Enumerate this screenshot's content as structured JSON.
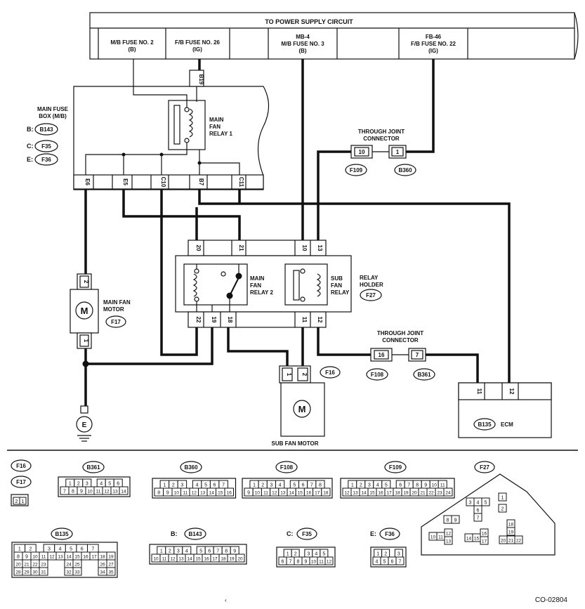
{
  "power": {
    "title": "TO POWER SUPPLY CIRCUIT",
    "cols": [
      {
        "l1": "M/B FUSE NO. 2",
        "l2": "(B)"
      },
      {
        "l1": "F/B FUSE NO. 26",
        "l2": "(IG)"
      },
      {
        "l0": "MB-4",
        "l1": "M/B FUSE NO. 3",
        "l2": "(B)"
      },
      {
        "l0": "FB-46",
        "l1": "F/B FUSE NO. 22",
        "l2": "(IG)"
      }
    ]
  },
  "mainFuseBox": {
    "title1": "MAIN FUSE",
    "title2": "BOX (M/B)",
    "conns": [
      {
        "prefix": "B:",
        "id": "B143"
      },
      {
        "prefix": "C:",
        "id": "F35"
      },
      {
        "prefix": "E:",
        "id": "F36"
      }
    ],
    "topPin": "B19",
    "pins": [
      "E6",
      "E5",
      "C10",
      "B7",
      "C11"
    ],
    "relay1": [
      "MAIN",
      "FAN",
      "RELAY 1"
    ]
  },
  "relayHolder": {
    "title1": "RELAY",
    "title2": "HOLDER",
    "conn": "F27",
    "topPins": [
      "20",
      "21",
      "10",
      "13"
    ],
    "bottomPins": [
      "22",
      "19",
      "18",
      "11",
      "12"
    ],
    "relay2": [
      "MAIN",
      "FAN",
      "RELAY 2"
    ],
    "subRelay": [
      "SUB",
      "FAN",
      "RELAY"
    ]
  },
  "jc1": {
    "title1": "THROUGH JOINT",
    "title2": "CONNECTOR",
    "pinA": "10",
    "pinB": "1",
    "connA": "F109",
    "connB": "B360"
  },
  "jc2": {
    "title1": "THROUGH JOINT",
    "title2": "CONNECTOR",
    "pinA": "16",
    "pinB": "7",
    "connA": "F108",
    "connB": "B361"
  },
  "mainMotor": {
    "title1": "MAIN FAN",
    "title2": "MOTOR",
    "conn": "F17",
    "pinTop": "2",
    "pinBottom": "1",
    "symbol": "M"
  },
  "subMotor": {
    "title": "SUB FAN MOTOR",
    "conn": "F16",
    "pinA": "1",
    "pinB": "2",
    "symbol": "M"
  },
  "ground": {
    "label": "E"
  },
  "ecm": {
    "label": "ECM",
    "conn": "B135",
    "pinA": "11",
    "pinB": "12"
  },
  "legend": {
    "f16": "F16",
    "f17": "F17",
    "f16pins": [
      "2",
      "1"
    ],
    "b361": "B361",
    "b360": "B360",
    "f108": "F108",
    "f109": "F109",
    "f27": "F27",
    "b135": "B135",
    "b143": "B143",
    "f35": "F35",
    "f36": "F36",
    "b143prefix": "B:",
    "f35prefix": "C:",
    "f36prefix": "E:",
    "b361pins": {
      "top": [
        "1",
        "2",
        "3",
        "",
        "4",
        "5",
        "6"
      ],
      "bot": [
        "7",
        "8",
        "9",
        "10",
        "11",
        "12",
        "13",
        "14"
      ]
    },
    "b360pins": {
      "top": [
        "1",
        "2",
        "3",
        "",
        "4",
        "5",
        "6",
        "7"
      ],
      "bot": [
        "8",
        "9",
        "10",
        "11",
        "12",
        "13",
        "14",
        "15",
        "16"
      ]
    },
    "f108pins": {
      "top": [
        "1",
        "2",
        "3",
        "4",
        "",
        "5",
        "6",
        "7",
        "8"
      ],
      "bot": [
        "9",
        "10",
        "11",
        "12",
        "13",
        "14",
        "15",
        "16",
        "17",
        "18"
      ]
    },
    "f109pins": {
      "top": [
        "1",
        "2",
        "3",
        "4",
        "5",
        "",
        "6",
        "7",
        "8",
        "9",
        "10",
        "11"
      ],
      "bot": [
        "12",
        "13",
        "14",
        "15",
        "16",
        "17",
        "18",
        "19",
        "20",
        "21",
        "22",
        "23",
        "24"
      ]
    },
    "b143pins": {
      "top": [
        "1",
        "2",
        "3",
        "4",
        "",
        "5",
        "6",
        "7",
        "8",
        "9"
      ],
      "bot": [
        "10",
        "11",
        "12",
        "13",
        "14",
        "15",
        "16",
        "17",
        "18",
        "19",
        "20"
      ]
    },
    "f35pins": {
      "top": [
        "1",
        "2",
        "",
        "3",
        "4",
        "5"
      ],
      "bot": [
        "6",
        "7",
        "8",
        "9",
        "10",
        "11",
        "12"
      ]
    },
    "f36pins": {
      "top": [
        "1",
        "2",
        "",
        "3"
      ],
      "bot": [
        "4",
        "5",
        "6",
        "7"
      ]
    },
    "b135pins": {
      "r1": [
        "1",
        "2",
        "",
        "3",
        "4",
        "5",
        "6",
        "7"
      ],
      "r2": [
        "8",
        "9",
        "10",
        "11",
        "12",
        "13",
        "14",
        "15",
        "16",
        "17",
        "18",
        "19"
      ],
      "r3": [
        "20",
        "21",
        "22",
        "23",
        "",
        "",
        "24",
        "25",
        "",
        "",
        "26",
        "27"
      ],
      "r4": [
        "28",
        "29",
        "30",
        "31",
        "",
        "",
        "32",
        "33",
        "",
        "",
        "34",
        "35"
      ]
    },
    "f27pins": {
      "a": [
        "3",
        "4",
        "5"
      ],
      "b": [
        "6"
      ],
      "c": [
        "7"
      ],
      "d": [
        "1"
      ],
      "e": [
        "2"
      ],
      "f": [
        "8",
        "9"
      ],
      "g": [
        "10",
        "11"
      ],
      "h": [
        "12"
      ],
      "i": [
        "13"
      ],
      "j": [
        "14",
        "15"
      ],
      "k": [
        "16"
      ],
      "l": [
        "17"
      ],
      "m": [
        "18"
      ],
      "n": [
        "19"
      ],
      "o": [
        "20",
        "21",
        "22"
      ]
    }
  },
  "footer": {
    "code": "CO-02804"
  }
}
